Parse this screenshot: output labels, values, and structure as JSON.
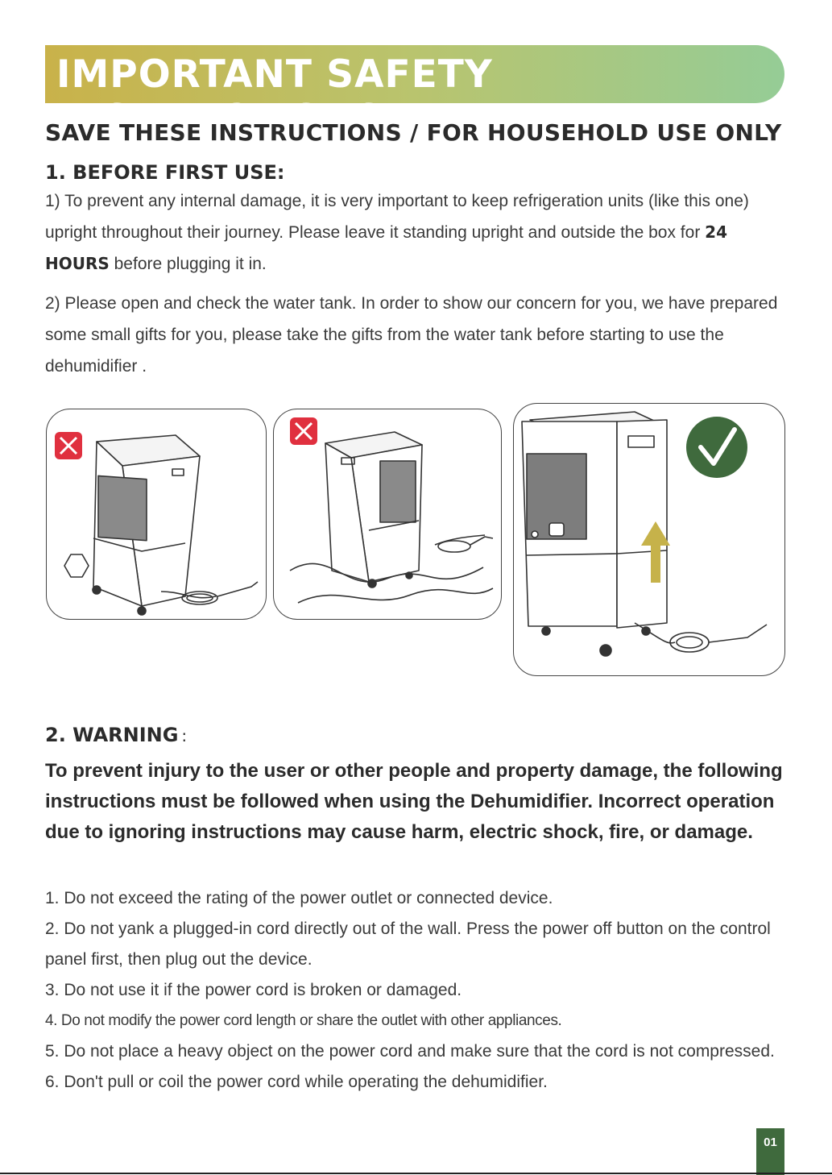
{
  "header": {
    "title": "IMPORTANT SAFETY INSTRUCTIONS",
    "subtitle": "SAVE THESE INSTRUCTIONS / FOR HOUSEHOLD USE ONLY"
  },
  "section1": {
    "title": "1. BEFORE FIRST USE:",
    "item1": {
      "before": "1) To prevent any internal damage, it is very important to keep refrigeration units (like this one) upright throughout their journey. Please leave it standing upright and outside the box for ",
      "emphasis": "24 HOURS",
      "after": " before plugging it in."
    },
    "item2": "2) Please open and check the water tank. In order to show our concern for you, we have prepared some small gifts for you, please take the gifts from the water tank before starting to use the dehumidifier ."
  },
  "illustrations": {
    "wrong_color": "#e0303f",
    "correct_color": "#3f6a3d",
    "arrow_color": "#c6b24a"
  },
  "section2": {
    "title": "2. WARNING",
    "title_suffix": ":",
    "intro": "To prevent injury to the user or other people and property damage, the following instructions must be followed when using the Dehumidifier. Incorrect operation due to ignoring instructions may cause harm, electric shock, fire, or damage.",
    "items": [
      "1. Do not exceed the rating of the power outlet or connected device.",
      "2. Do not yank a plugged-in cord directly out of the wall. Press the power off button on the control panel first, then plug out the device.",
      "3. Do not use it if the power cord is broken or damaged.",
      "4. Do not modify the power cord length or share the outlet with other appliances.",
      "5. Do not place a heavy object on the power cord and make sure that the cord is not compressed.",
      "6. Don't pull or coil the power cord while operating the dehumidifier."
    ]
  },
  "footer": {
    "page_number": "01"
  }
}
